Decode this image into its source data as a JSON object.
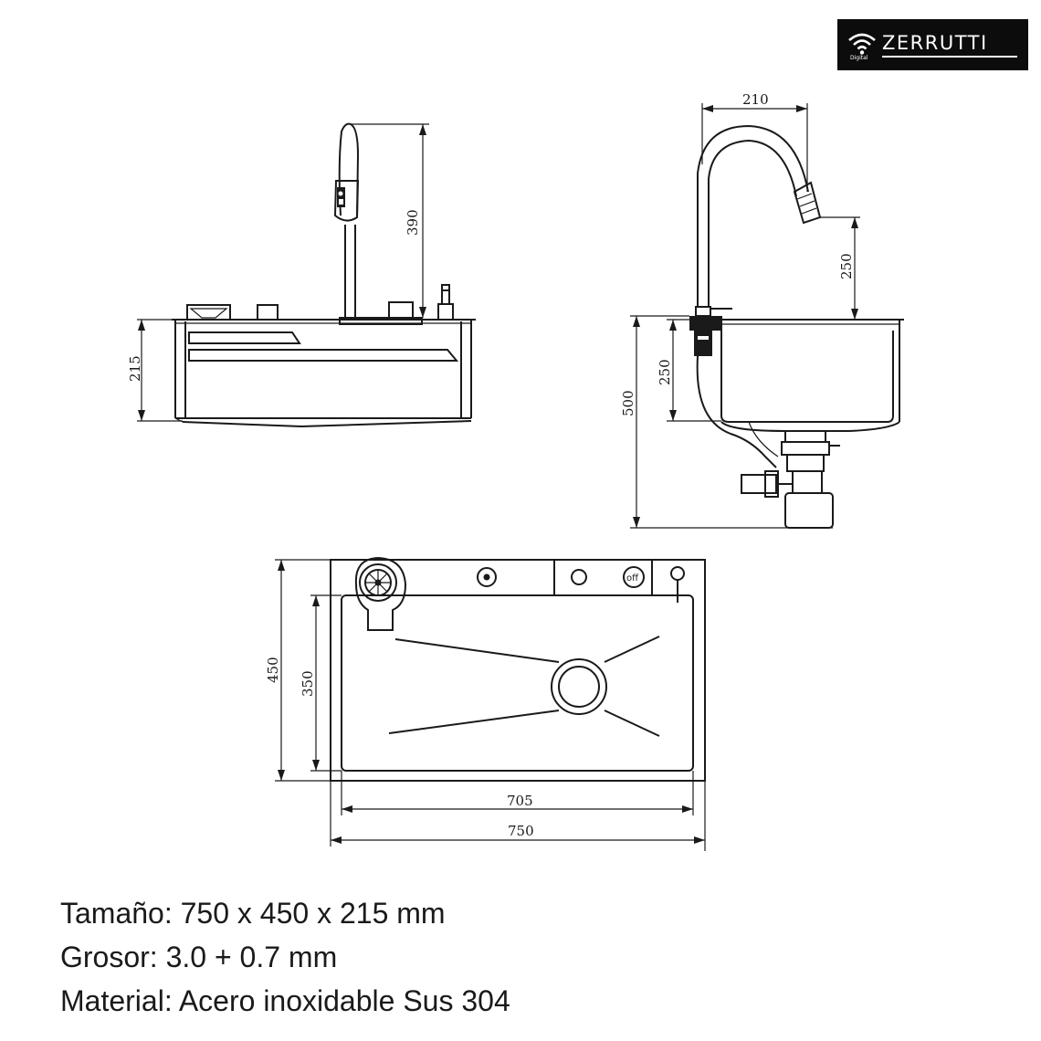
{
  "brand": {
    "name": "ZERRUTTI",
    "sub": "Digital",
    "icon": "wifi-icon"
  },
  "dimensions": {
    "faucet_height": "390",
    "sink_depth_front": "215",
    "spout_reach": "210",
    "spout_clearance": "250",
    "bowl_depth_side": "250",
    "overall_height": "500",
    "outer_width": "450",
    "inner_width": "350",
    "inner_length": "705",
    "outer_length": "750"
  },
  "controls": {
    "off_label": "off"
  },
  "specs": [
    "Tamaño: 750 x 450 x 215 mm",
    "Grosor: 3.0 + 0.7 mm",
    "Material: Acero inoxidable Sus 304"
  ],
  "colors": {
    "line": "#1a1a1a",
    "logo_bg": "#0c0c0c",
    "background": "#ffffff"
  }
}
